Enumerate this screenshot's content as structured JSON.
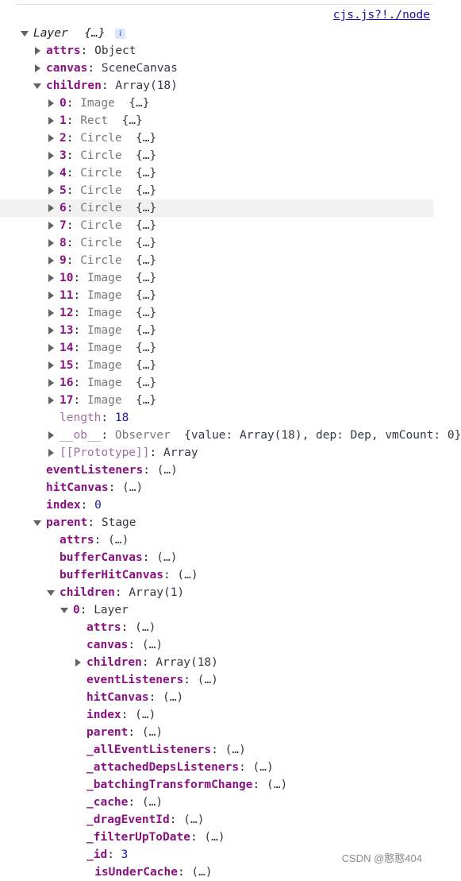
{
  "source_link": "cjs.js?!./node",
  "root": {
    "name": "Layer",
    "preview": "{…}",
    "info_icon": "i"
  },
  "rows": [
    {
      "depth": 1,
      "arrow": "right",
      "key": "attrs",
      "sep": ": ",
      "value": "Object",
      "vclass": "v",
      "kclass": "k"
    },
    {
      "depth": 1,
      "arrow": "right",
      "key": "canvas",
      "sep": ": ",
      "value": "SceneCanvas",
      "vclass": "v",
      "kclass": "k"
    },
    {
      "depth": 1,
      "arrow": "down",
      "key": "children",
      "sep": ": ",
      "value": "Array(18)",
      "vclass": "v",
      "kclass": "k"
    },
    {
      "depth": 2,
      "arrow": "right",
      "key": "0",
      "sep": ": ",
      "value": "Image",
      "vclass": "ty",
      "kclass": "k",
      "tail": "  {…}"
    },
    {
      "depth": 2,
      "arrow": "right",
      "key": "1",
      "sep": ": ",
      "value": "Rect",
      "vclass": "ty",
      "kclass": "k",
      "tail": "  {…}"
    },
    {
      "depth": 2,
      "arrow": "right",
      "key": "2",
      "sep": ": ",
      "value": "Circle",
      "vclass": "ty",
      "kclass": "k",
      "tail": "  {…}"
    },
    {
      "depth": 2,
      "arrow": "right",
      "key": "3",
      "sep": ": ",
      "value": "Circle",
      "vclass": "ty",
      "kclass": "k",
      "tail": "  {…}"
    },
    {
      "depth": 2,
      "arrow": "right",
      "key": "4",
      "sep": ": ",
      "value": "Circle",
      "vclass": "ty",
      "kclass": "k",
      "tail": "  {…}"
    },
    {
      "depth": 2,
      "arrow": "right",
      "key": "5",
      "sep": ": ",
      "value": "Circle",
      "vclass": "ty",
      "kclass": "k",
      "tail": "  {…}"
    },
    {
      "depth": 2,
      "arrow": "right",
      "key": "6",
      "sep": ": ",
      "value": "Circle",
      "vclass": "ty",
      "kclass": "k",
      "tail": "  {…}",
      "highlight": true
    },
    {
      "depth": 2,
      "arrow": "right",
      "key": "7",
      "sep": ": ",
      "value": "Circle",
      "vclass": "ty",
      "kclass": "k",
      "tail": "  {…}"
    },
    {
      "depth": 2,
      "arrow": "right",
      "key": "8",
      "sep": ": ",
      "value": "Circle",
      "vclass": "ty",
      "kclass": "k",
      "tail": "  {…}"
    },
    {
      "depth": 2,
      "arrow": "right",
      "key": "9",
      "sep": ": ",
      "value": "Circle",
      "vclass": "ty",
      "kclass": "k",
      "tail": "  {…}"
    },
    {
      "depth": 2,
      "arrow": "right",
      "key": "10",
      "sep": ": ",
      "value": "Image",
      "vclass": "ty",
      "kclass": "k",
      "tail": "  {…}"
    },
    {
      "depth": 2,
      "arrow": "right",
      "key": "11",
      "sep": ": ",
      "value": "Image",
      "vclass": "ty",
      "kclass": "k",
      "tail": "  {…}"
    },
    {
      "depth": 2,
      "arrow": "right",
      "key": "12",
      "sep": ": ",
      "value": "Image",
      "vclass": "ty",
      "kclass": "k",
      "tail": "  {…}"
    },
    {
      "depth": 2,
      "arrow": "right",
      "key": "13",
      "sep": ": ",
      "value": "Image",
      "vclass": "ty",
      "kclass": "k",
      "tail": "  {…}"
    },
    {
      "depth": 2,
      "arrow": "right",
      "key": "14",
      "sep": ": ",
      "value": "Image",
      "vclass": "ty",
      "kclass": "k",
      "tail": "  {…}"
    },
    {
      "depth": 2,
      "arrow": "right",
      "key": "15",
      "sep": ": ",
      "value": "Image",
      "vclass": "ty",
      "kclass": "k",
      "tail": "  {…}"
    },
    {
      "depth": 2,
      "arrow": "right",
      "key": "16",
      "sep": ": ",
      "value": "Image",
      "vclass": "ty",
      "kclass": "k",
      "tail": "  {…}"
    },
    {
      "depth": 2,
      "arrow": "right",
      "key": "17",
      "sep": ": ",
      "value": "Image",
      "vclass": "ty",
      "kclass": "k",
      "tail": "  {…}"
    },
    {
      "depth": 2,
      "arrow": "none",
      "key": "length",
      "sep": ": ",
      "value": "18",
      "vclass": "num",
      "kclass": "dim"
    },
    {
      "depth": 2,
      "arrow": "right",
      "key": "__ob__",
      "sep": ": ",
      "value": "Observer",
      "vclass": "ty",
      "kclass": "dim",
      "tail": "  {value: Array(18), dep: Dep, vmCount: 0}"
    },
    {
      "depth": 2,
      "arrow": "right",
      "key": "[[Prototype]]",
      "sep": ": ",
      "value": "Array",
      "vclass": "v",
      "kclass": "dim"
    },
    {
      "depth": 1,
      "arrow": "none",
      "key": "eventListeners",
      "sep": ": ",
      "value": "(…)",
      "vclass": "v",
      "kclass": "k"
    },
    {
      "depth": 1,
      "arrow": "none",
      "key": "hitCanvas",
      "sep": ": ",
      "value": "(…)",
      "vclass": "v",
      "kclass": "k"
    },
    {
      "depth": 1,
      "arrow": "none",
      "key": "index",
      "sep": ": ",
      "value": "0",
      "vclass": "num",
      "kclass": "k"
    },
    {
      "depth": 1,
      "arrow": "down",
      "key": "parent",
      "sep": ": ",
      "value": "Stage",
      "vclass": "v",
      "kclass": "k"
    },
    {
      "depth": 2,
      "arrow": "none",
      "key": "attrs",
      "sep": ": ",
      "value": "(…)",
      "vclass": "v",
      "kclass": "k"
    },
    {
      "depth": 2,
      "arrow": "none",
      "key": "bufferCanvas",
      "sep": ": ",
      "value": "(…)",
      "vclass": "v",
      "kclass": "k"
    },
    {
      "depth": 2,
      "arrow": "none",
      "key": "bufferHitCanvas",
      "sep": ": ",
      "value": "(…)",
      "vclass": "v",
      "kclass": "k"
    },
    {
      "depth": 2,
      "arrow": "down",
      "key": "children",
      "sep": ": ",
      "value": "Array(1)",
      "vclass": "v",
      "kclass": "k"
    },
    {
      "depth": 3,
      "arrow": "down",
      "key": "0",
      "sep": ": ",
      "value": "Layer",
      "vclass": "v",
      "kclass": "k"
    },
    {
      "depth": 4,
      "arrow": "none",
      "key": "attrs",
      "sep": ": ",
      "value": "(…)",
      "vclass": "v",
      "kclass": "k"
    },
    {
      "depth": 4,
      "arrow": "none",
      "key": "canvas",
      "sep": ": ",
      "value": "(…)",
      "vclass": "v",
      "kclass": "k"
    },
    {
      "depth": 4,
      "arrow": "right",
      "key": "children",
      "sep": ": ",
      "value": "Array(18)",
      "vclass": "v",
      "kclass": "k"
    },
    {
      "depth": 4,
      "arrow": "none",
      "key": "eventListeners",
      "sep": ": ",
      "value": "(…)",
      "vclass": "v",
      "kclass": "k"
    },
    {
      "depth": 4,
      "arrow": "none",
      "key": "hitCanvas",
      "sep": ": ",
      "value": "(…)",
      "vclass": "v",
      "kclass": "k"
    },
    {
      "depth": 4,
      "arrow": "none",
      "key": "index",
      "sep": ": ",
      "value": "(…)",
      "vclass": "v",
      "kclass": "k"
    },
    {
      "depth": 4,
      "arrow": "none",
      "key": "parent",
      "sep": ": ",
      "value": "(…)",
      "vclass": "v",
      "kclass": "k"
    },
    {
      "depth": 4,
      "arrow": "none",
      "key": "_allEventListeners",
      "sep": ": ",
      "value": "(…)",
      "vclass": "v",
      "kclass": "k"
    },
    {
      "depth": 4,
      "arrow": "none",
      "key": "_attachedDepsListeners",
      "sep": ": ",
      "value": "(…)",
      "vclass": "v",
      "kclass": "k"
    },
    {
      "depth": 4,
      "arrow": "none",
      "key": "_batchingTransformChange",
      "sep": ": ",
      "value": "(…)",
      "vclass": "v",
      "kclass": "k"
    },
    {
      "depth": 4,
      "arrow": "none",
      "key": "_cache",
      "sep": ": ",
      "value": "(…)",
      "vclass": "v",
      "kclass": "k"
    },
    {
      "depth": 4,
      "arrow": "none",
      "key": "_dragEventId",
      "sep": ": ",
      "value": "(…)",
      "vclass": "v",
      "kclass": "k"
    },
    {
      "depth": 4,
      "arrow": "none",
      "key": "_filterUpToDate",
      "sep": ": ",
      "value": "(…)",
      "vclass": "v",
      "kclass": "k"
    },
    {
      "depth": 4,
      "arrow": "none",
      "key": "_id",
      "sep": ": ",
      "value": "3",
      "vclass": "num",
      "kclass": "k"
    },
    {
      "depth": 4.6,
      "arrow": "none",
      "key": "isUnderCache",
      "sep": ": ",
      "value": "(…)",
      "vclass": "v",
      "kclass": "k"
    }
  ],
  "watermark": "CSDN @憨憨404"
}
